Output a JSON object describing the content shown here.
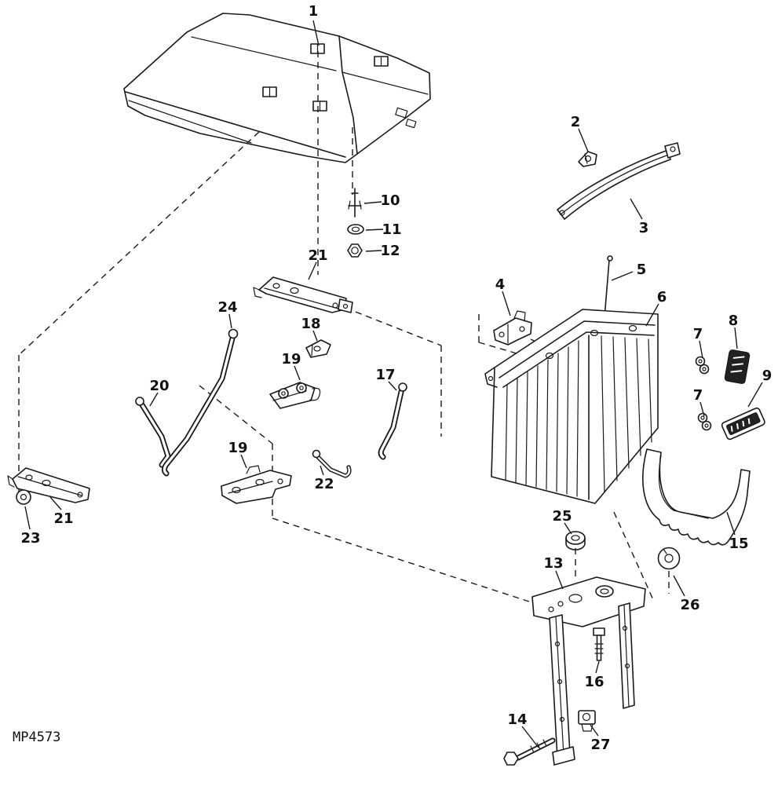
{
  "figure": {
    "code": "MP4573",
    "paper_color": "#ffffff",
    "ink_color": "#1a1a1a",
    "callouts": {
      "c1": "1",
      "c2": "2",
      "c3": "3",
      "c4": "4",
      "c5": "5",
      "c6": "6",
      "c7a": "7",
      "c7b": "7",
      "c8": "8",
      "c9": "9",
      "c10": "10",
      "c11": "11",
      "c12": "12",
      "c13": "13",
      "c14": "14",
      "c15": "15",
      "c16": "16",
      "c17": "17",
      "c18": "18",
      "c19a": "19",
      "c19b": "19",
      "c20": "20",
      "c21a": "21",
      "c21b": "21",
      "c22": "22",
      "c23": "23",
      "c24": "24",
      "c25": "25",
      "c26": "26",
      "c27": "27"
    }
  }
}
